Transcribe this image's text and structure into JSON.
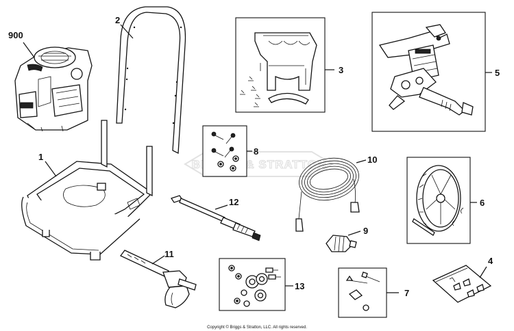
{
  "watermark": "BRIGGS & STRATTON",
  "copyright": "Copyright © Briggs & Stratton, LLC. All rights reserved.",
  "callouts": {
    "engine": "900",
    "frame": "1",
    "handle": "2",
    "bracket": "3",
    "pump": "5",
    "hardware_8": "8",
    "hose": "10",
    "wheel": "6",
    "wand": "12",
    "nozzle": "9",
    "gun": "11",
    "hardware_13": "13",
    "hardware_7": "7",
    "hardware_4": "4"
  }
}
